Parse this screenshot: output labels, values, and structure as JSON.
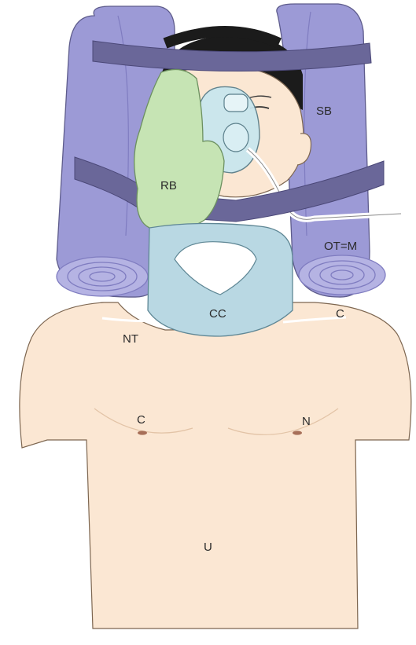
{
  "labels": {
    "sb": "SB",
    "rb": "RB",
    "ot_m": "OT=M",
    "cc": "CC",
    "c_shoulder": "C",
    "nt": "NT",
    "c_chest": "C",
    "n": "N",
    "u": "U"
  },
  "colors": {
    "sandbag": "#9c9ad6",
    "sandbag_shadow": "#7f7cc0",
    "strap": "#5d5a8a",
    "reservoir_bag": "#c6e4b4",
    "collar": "#b9d8e3",
    "skin": "#fbe7d3",
    "hair": "#1b1b1b",
    "mask": "#c9e6ee"
  }
}
